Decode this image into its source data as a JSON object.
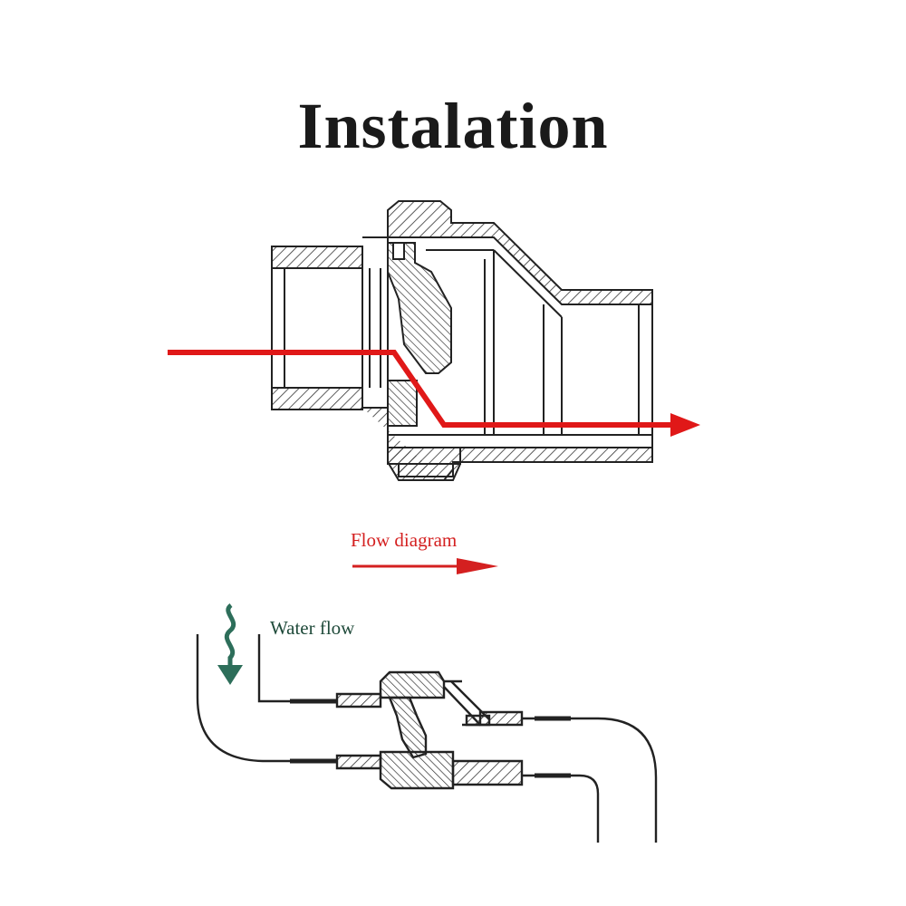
{
  "title": "Instalation",
  "flow_diagram": {
    "label": "Flow diagram"
  },
  "water_flow": {
    "label": "Water flow"
  },
  "colors": {
    "flow_arrow": "#e01818",
    "water_arrow": "#2d6e5a",
    "line": "#222222"
  }
}
